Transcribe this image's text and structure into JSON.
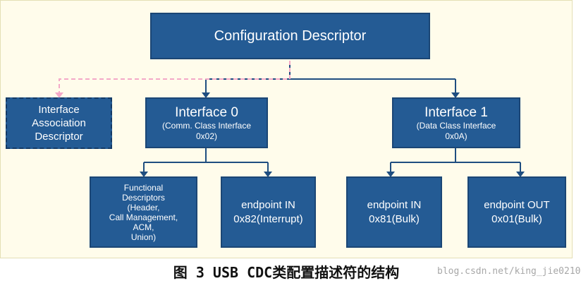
{
  "diagram": {
    "root": {
      "title": "Configuration Descriptor"
    },
    "association": {
      "label": "Interface\nAssociation\nDescriptor"
    },
    "interface0": {
      "title": "Interface 0",
      "subtitle": "(Comm. Class Interface\n0x02)",
      "children": [
        {
          "label": "Functional\nDescriptors\n(Header,\nCall Management,\nACM,\nUnion)"
        },
        {
          "label": "endpoint IN\n0x82(Interrupt)"
        }
      ]
    },
    "interface1": {
      "title": "Interface 1",
      "subtitle": "(Data Class Interface\n0x0A)",
      "children": [
        {
          "label": "endpoint IN\n0x81(Bulk)"
        },
        {
          "label": "endpoint OUT\n0x01(Bulk)"
        }
      ]
    }
  },
  "caption": "图 3 USB CDC类配置描述符的结构",
  "watermark": "blog.csdn.net/king_jie0210",
  "colors": {
    "box_fill": "#245b94",
    "box_border": "#1b4675",
    "connector": "#1f4e80",
    "dashed_connector": "#f4a9c8",
    "background": "#fffceb"
  }
}
